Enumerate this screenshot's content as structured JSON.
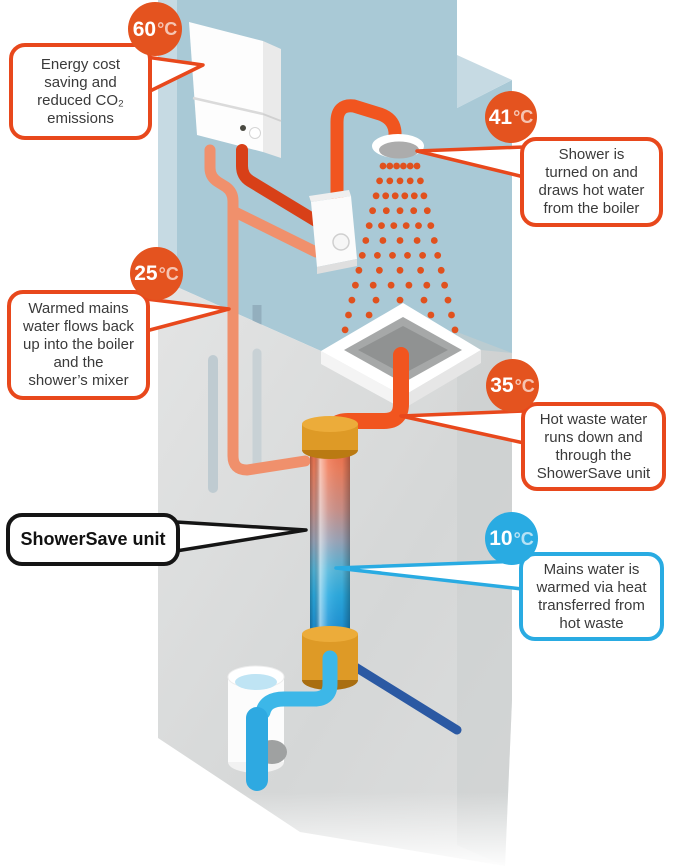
{
  "accents": {
    "hot": "#E8481C",
    "cold": "#29ABE2",
    "label_border": "#151515"
  },
  "badges": [
    {
      "id": "boiler-temp",
      "value": "60",
      "unit": "°C",
      "type": "hot"
    },
    {
      "id": "shower-temp",
      "value": "41",
      "unit": "°C",
      "type": "hot"
    },
    {
      "id": "return-temp",
      "value": "25",
      "unit": "°C",
      "type": "hot"
    },
    {
      "id": "waste-temp",
      "value": "35",
      "unit": "°C",
      "type": "hot"
    },
    {
      "id": "mains-temp",
      "value": "10",
      "unit": "°C",
      "type": "cold"
    }
  ],
  "callouts": [
    {
      "id": "energy",
      "text": "Energy cost\nsaving and\nreduced CO₂\nemissions"
    },
    {
      "id": "shower",
      "text": "Shower is\nturned on and\ndraws hot water\nfrom the boiler"
    },
    {
      "id": "return",
      "text": "Warmed mains\nwater flows back\nup into the boiler\nand the\nshower’s mixer"
    },
    {
      "id": "waste",
      "text": "Hot waste water\nruns down and\nthrough the\nShowerSave unit"
    },
    {
      "id": "mains",
      "text": "Mains water is\nwarmed via heat\ntransferred from\nhot waste"
    }
  ],
  "unit_label": {
    "text": "ShowerSave unit"
  },
  "scene_colors": {
    "wall": "#A9C9D6",
    "wall_light": "#C6DAE3",
    "floor": "#DCDEDE",
    "hot_pipe": "#F1551F",
    "boiler_feed_pipe": "#D84018",
    "warm_return_pipe": "#F0906C",
    "brass_fitting": "#DE9A26",
    "cold_pipe": "#3CB7E8",
    "mains_pipe": "#2B59A3"
  }
}
